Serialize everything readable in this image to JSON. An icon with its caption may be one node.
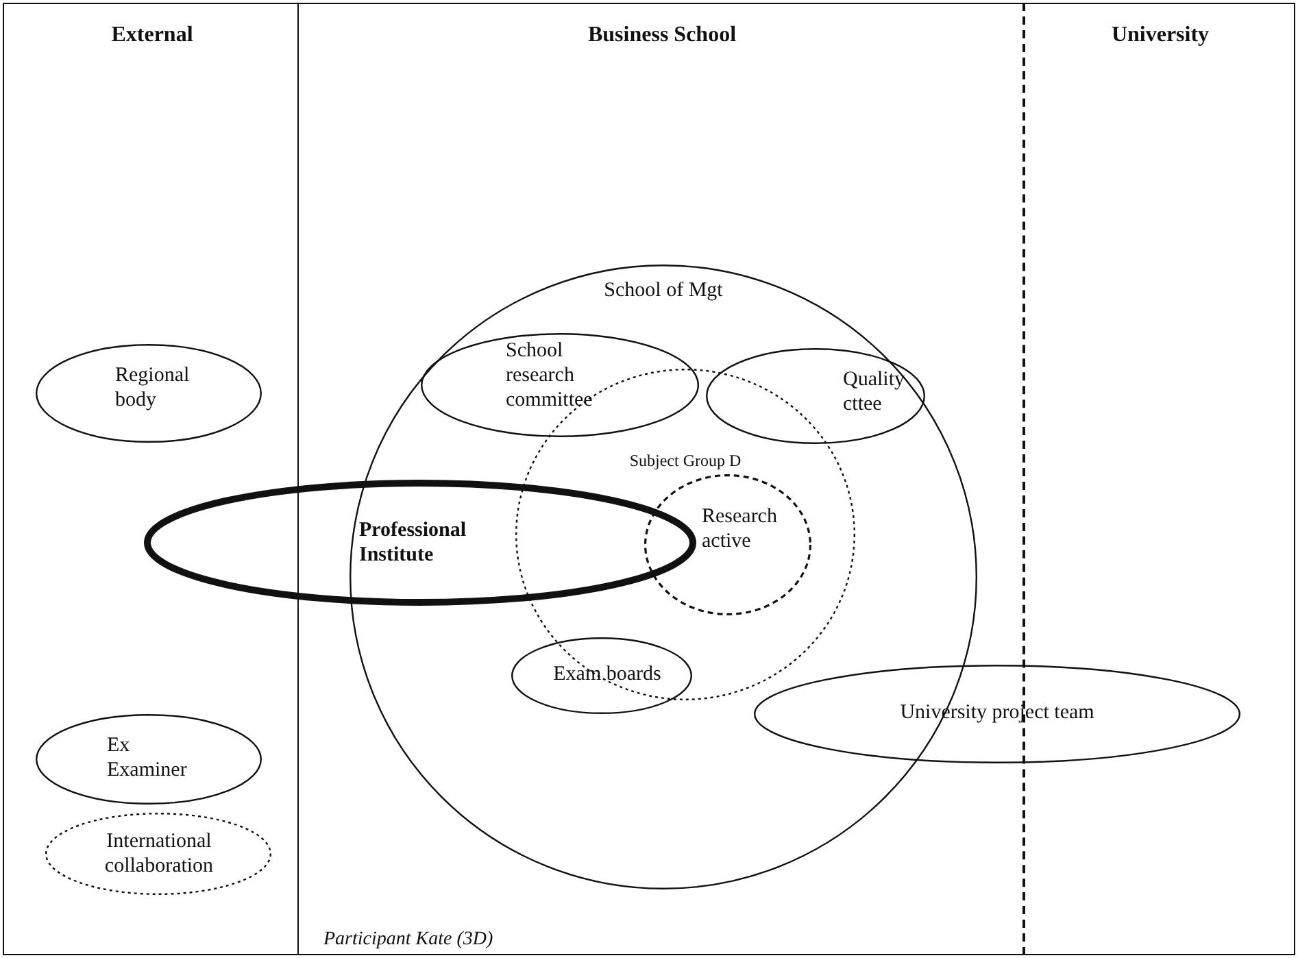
{
  "diagram": {
    "caption": "Participant Kate (3D)",
    "nodes": [
      {
        "text": [
          "External"
        ]
      },
      {
        "text": [
          "Business School"
        ]
      },
      {
        "text": [
          "University"
        ]
      },
      {
        "text": [
          "Regional body"
        ],
        "in": 0
      },
      {
        "text": [
          "School of Mgt"
        ],
        "in": 1
      },
      {
        "text": [
          "School research committee"
        ],
        "in": 4
      },
      {
        "text": [
          "Quality cttee"
        ],
        "in": 4
      },
      {
        "text": [
          "Subject Group D"
        ],
        "in": 4
      },
      {
        "text": [
          "Professional Institute"
        ]
      },
      {
        "text": [
          "Research active"
        ],
        "in": 7
      },
      {
        "text": [
          "Exam boards"
        ],
        "in": 4
      },
      {
        "text": [
          "University project team"
        ]
      },
      {
        "text": [
          "Ex Examiner"
        ],
        "in": 0
      },
      {
        "text": [
          "International collaboration"
        ],
        "in": 0
      }
    ],
    "edges": []
  }
}
